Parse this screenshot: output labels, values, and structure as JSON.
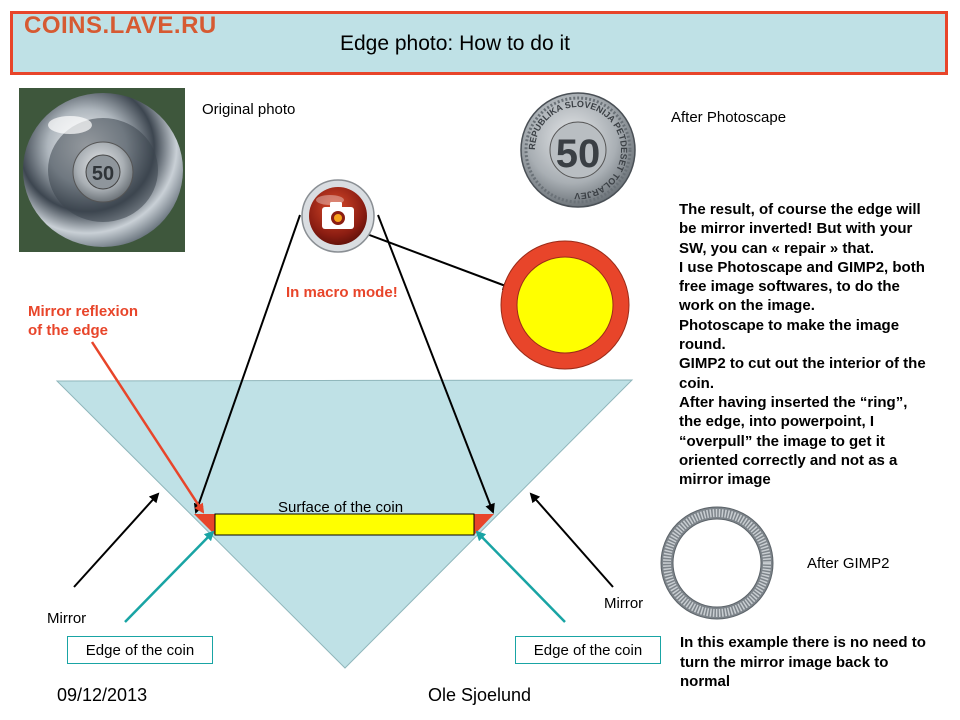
{
  "header": {
    "brand": "COINS.LAVE.RU",
    "title": "Edge photo: How to do it"
  },
  "labels": {
    "original_photo": "Original photo",
    "after_photoscape": "After Photoscape",
    "after_gimp2": "After GIMP2",
    "macro_mode": "In macro mode!",
    "mirror_reflexion_line1": "Mirror reflexion",
    "mirror_reflexion_line2": "of the edge",
    "surface_of_coin": "Surface of the coin",
    "mirror_left": "Mirror",
    "mirror_right": "Mirror",
    "edge_left": "Edge of the coin",
    "edge_right": "Edge of the coin"
  },
  "coin": {
    "denomination": "50",
    "inscription": "REPUBLIKA SLOVENIJA PETDESET TOLARJEV"
  },
  "description": [
    "The result, of course the edge will",
    "be mirror inverted! But with your",
    "SW, you can « repair » that.",
    "I use Photoscape and GIMP2, both",
    "free image softwares, to do the",
    "work on the image.",
    "Photoscape to make the image",
    "round.",
    "GIMP2 to cut out the interior of the",
    "coin.",
    "After having inserted the “ring”,",
    "the edge, into powerpoint, I",
    "“overpull” the image to get it",
    "oriented correctly and not as a",
    "mirror image"
  ],
  "note": [
    "In this example there is no need to",
    "turn the mirror image back to",
    "normal"
  ],
  "footer": {
    "date": "09/12/2013",
    "author": "Ole Sjoelund"
  },
  "colors": {
    "header_bg": "#bfe1e6",
    "header_border": "#e8452a",
    "brand": "#d65a32",
    "cone_fill": "#bfe1e6",
    "reflexion_red": "#e8452a",
    "surface_yellow": "#ffff00",
    "edge_teal": "#19a4a4"
  },
  "icons": {
    "camera": "camera-icon"
  }
}
